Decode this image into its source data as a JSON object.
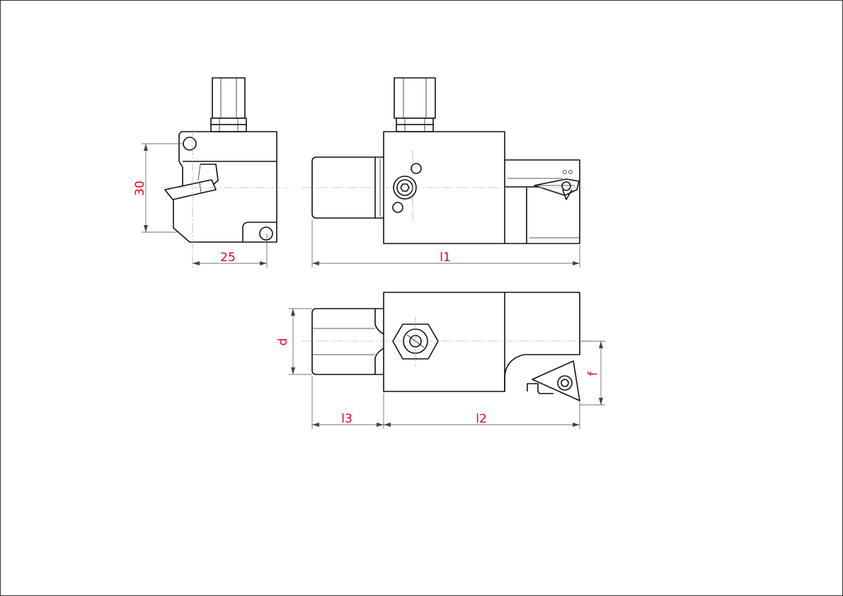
{
  "dimensions": {
    "height_side": "30",
    "width_side": "25",
    "l1": "l1",
    "d": "d",
    "f": "f",
    "l3": "l3",
    "l2": "l2"
  },
  "colors": {
    "dimension_text": "#e0001b",
    "outline": "#111111",
    "center_line": "#999999"
  }
}
